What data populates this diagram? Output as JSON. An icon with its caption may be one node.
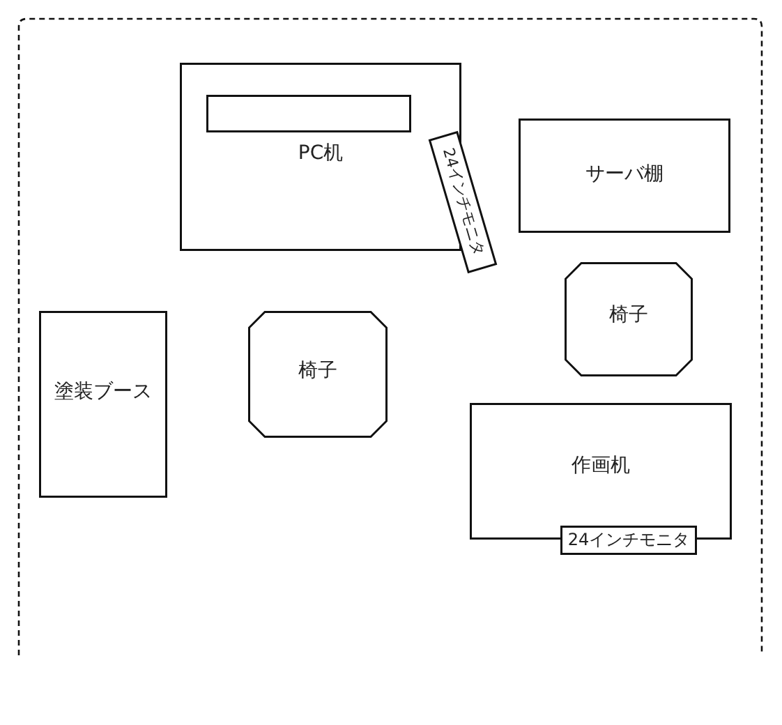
{
  "diagram": {
    "nodes": [
      {
        "text": [],
        "shape": "box"
      },
      {
        "text": [
          "PC机"
        ],
        "in": 0
      },
      {
        "text": [],
        "shape": "box",
        "in": 1
      },
      {
        "text": [
          "24インチモニタ"
        ],
        "in": 0
      },
      {
        "text": [
          "サーバ棚"
        ],
        "in": 0
      },
      {
        "text": [
          "椅子"
        ],
        "in": 0
      },
      {
        "text": [
          "塗装ブース"
        ],
        "in": 0
      },
      {
        "text": [
          "椅子"
        ],
        "in": 0
      },
      {
        "text": [
          "作画机"
        ],
        "in": 0
      },
      {
        "text": [
          "24インチモニタ"
        ],
        "in": 0
      }
    ]
  }
}
